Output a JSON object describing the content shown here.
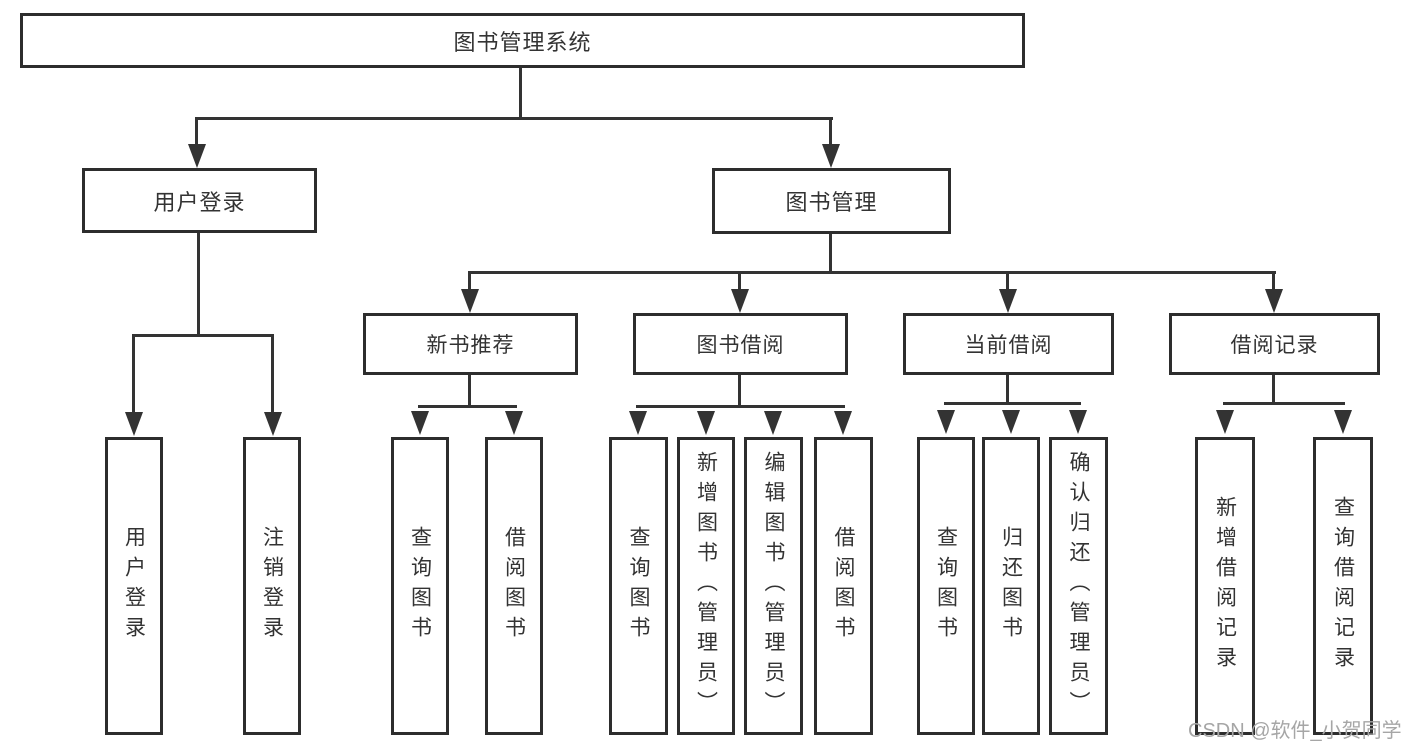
{
  "root": {
    "label": "图书管理系统"
  },
  "branches": {
    "user": {
      "label": "用户登录",
      "children": [
        {
          "label": "用户登录"
        },
        {
          "label": "注销登录"
        }
      ]
    },
    "books": {
      "label": "图书管理",
      "sections": [
        {
          "label": "新书推荐",
          "children": [
            {
              "label": "查询图书"
            },
            {
              "label": "借阅图书"
            }
          ]
        },
        {
          "label": "图书借阅",
          "children": [
            {
              "label": "查询图书"
            },
            {
              "label": "新增图书（管理员）"
            },
            {
              "label": "编辑图书（管理员）"
            },
            {
              "label": "借阅图书"
            }
          ]
        },
        {
          "label": "当前借阅",
          "children": [
            {
              "label": "查询图书"
            },
            {
              "label": "归还图书"
            },
            {
              "label": "确认归还（管理员）"
            }
          ]
        },
        {
          "label": "借阅记录",
          "children": [
            {
              "label": "新增借阅记录"
            },
            {
              "label": "查询借阅记录"
            }
          ]
        }
      ]
    }
  },
  "watermark": "CSDN @软件_小贺同学",
  "colors": {
    "background": "#ffffff",
    "box_border": "#2d2d2d",
    "line": "#333333",
    "text": "#333333",
    "watermark": "#a6a6a6"
  }
}
